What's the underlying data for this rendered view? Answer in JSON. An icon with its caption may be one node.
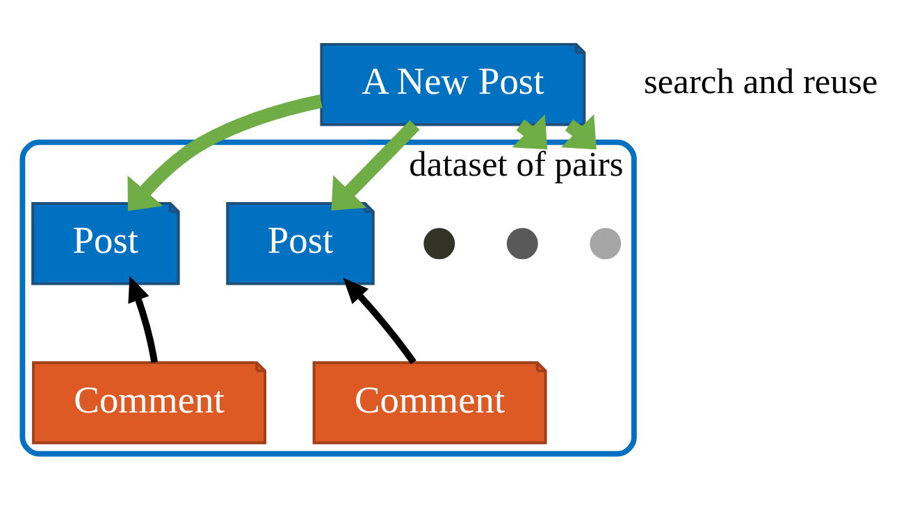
{
  "diagram": {
    "nodes": [
      {
        "text": [
          "A New Post"
        ]
      },
      {
        "text": [
          "dataset of pairs"
        ]
      },
      {
        "text": [
          "Post"
        ],
        "in": 1
      },
      {
        "text": [
          "Comment"
        ],
        "in": 1
      },
      {
        "text": [
          "Post"
        ],
        "in": 1
      },
      {
        "text": [
          "Comment"
        ],
        "in": 1
      },
      {
        "text": [],
        "shape": "circle",
        "in": 1
      },
      {
        "text": [],
        "shape": "circle",
        "in": 1
      },
      {
        "text": [],
        "shape": "circle",
        "in": 1
      }
    ],
    "edges": [
      {
        "from": 0,
        "to": 2,
        "arrow": "to"
      },
      {
        "from": 0,
        "to": 1,
        "arrow": "to"
      },
      {
        "from": 0,
        "to": 4,
        "arrow": "to"
      },
      {
        "from": 0,
        "to": 1,
        "arrow": "to"
      },
      {
        "from": 3,
        "to": 2,
        "arrow": "to",
        "color": "#000000"
      },
      {
        "from": 5,
        "to": 4,
        "arrow": "to",
        "color": "#000000"
      }
    ],
    "labels": [
      "search and reuse"
    ]
  }
}
